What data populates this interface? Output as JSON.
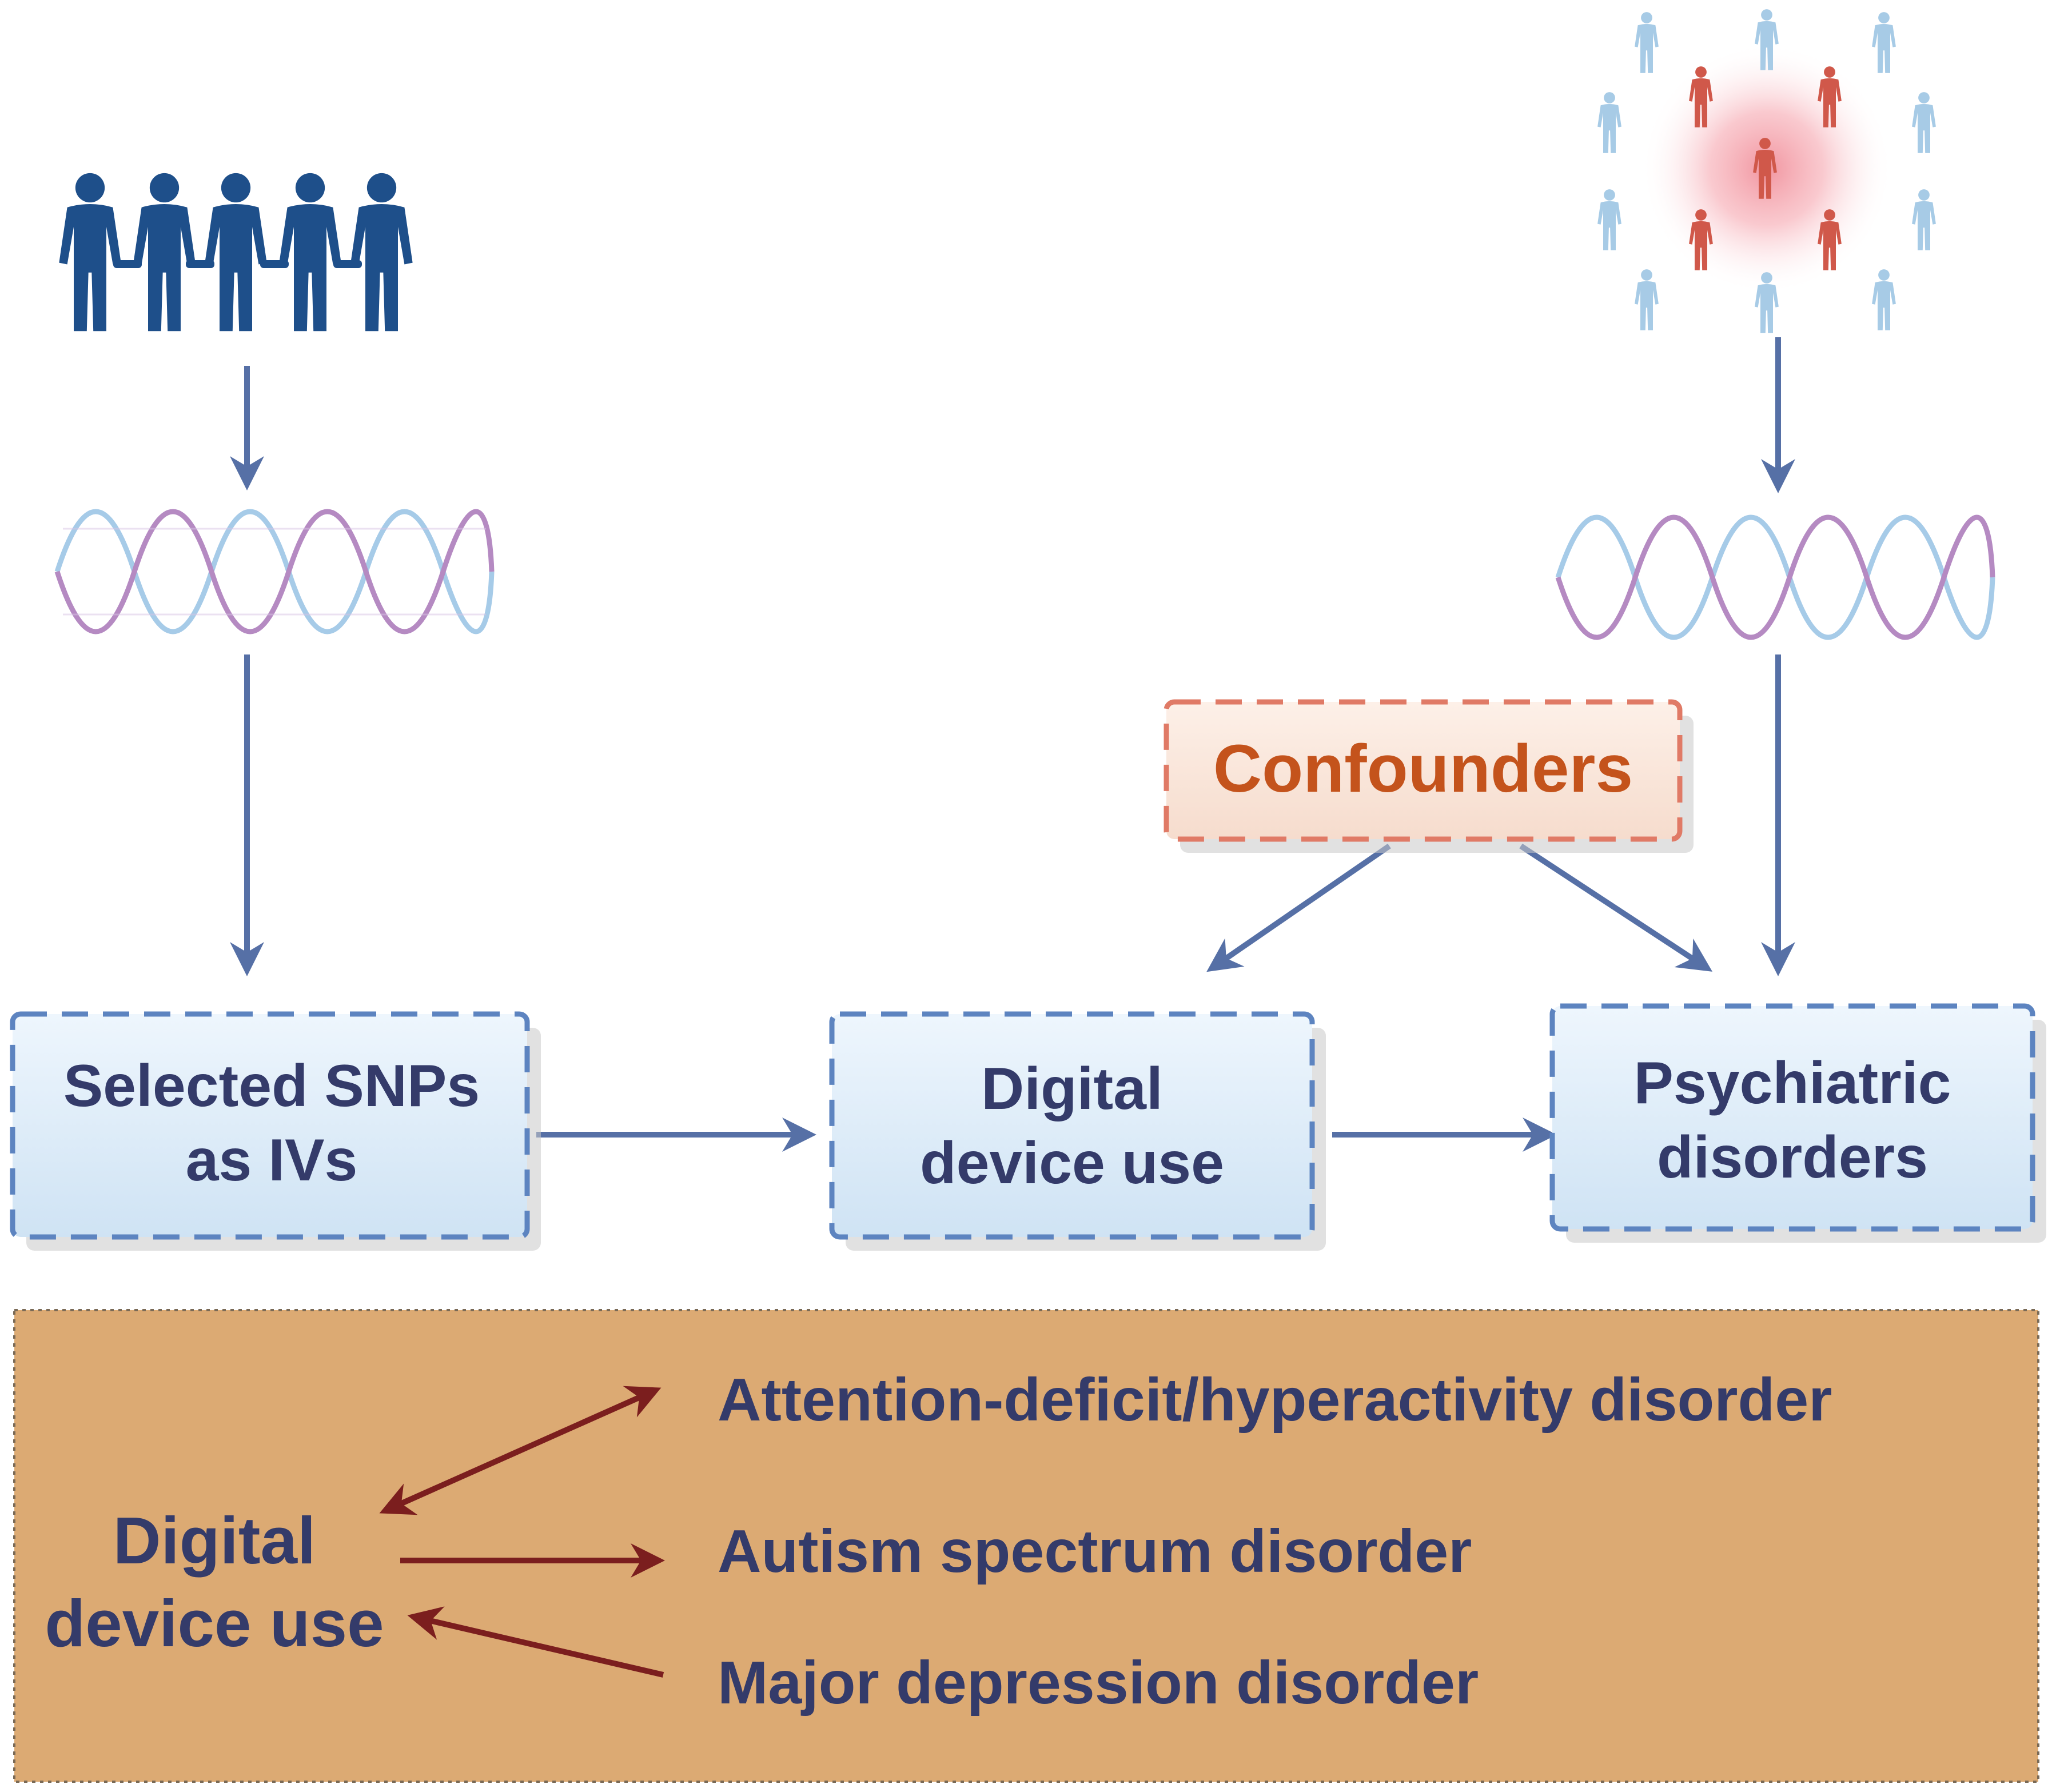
{
  "boxes": {
    "snps": {
      "line1": "Selected SNPs",
      "line2": "as IVs"
    },
    "exposure": {
      "line1": "Digital",
      "line2": "device use"
    },
    "outcome": {
      "line1": "Psychiatric",
      "line2": "disorders"
    }
  },
  "confounders": {
    "label": "Confounders"
  },
  "results": {
    "exposure": {
      "line1": "Digital",
      "line2": "device use"
    },
    "outcomes": [
      {
        "label": "Attention-deficit/hyperactivity disorder",
        "direction": "bidirectional"
      },
      {
        "label": "Autism spectrum disorder",
        "direction": "forward"
      },
      {
        "label": "Major depression disorder",
        "direction": "reverse"
      }
    ]
  },
  "colors": {
    "arrow_blue": "#5670a6",
    "people_dark": "#1e4f8a",
    "people_light": "#a7cbe6",
    "people_red": "#d0584a",
    "box_border": "#5d84c0",
    "confounder_border": "#e07a66",
    "confounder_text": "#c4531c",
    "panel_fill": "#dcaa73",
    "result_arrow": "#7b1e1e",
    "text_dark": "#343b6a"
  }
}
